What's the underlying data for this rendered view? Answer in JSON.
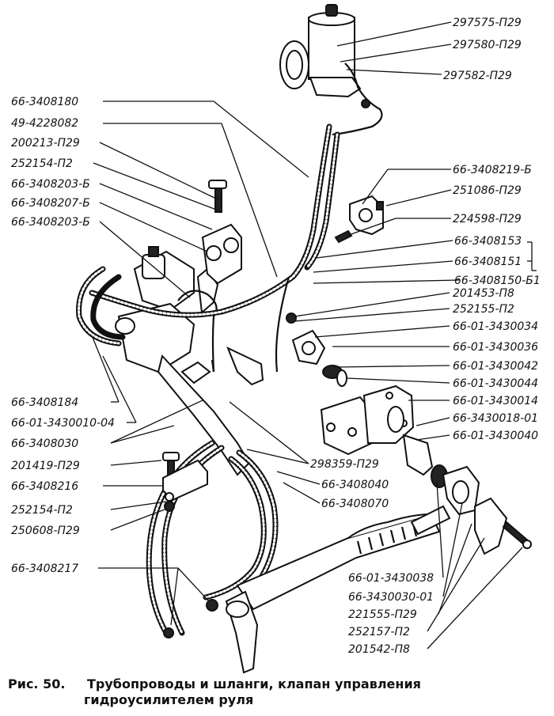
{
  "labels": {
    "l_297575": "297575-П29",
    "l_297580": "297580-П29",
    "l_297582": "297582-П29",
    "l_3408180": "66-3408180",
    "l_4228082": "49-4228082",
    "l_200213": "200213-П29",
    "l_252154a": "252154-П2",
    "l_3408203b1": "66-3408203-Б",
    "l_3408207": "66-3408207-Б",
    "l_3408203b2": "66-3408203-Б",
    "l_3408219": "66-3408219-Б",
    "l_251086": "251086-П29",
    "l_224598": "224598-П29",
    "l_3408153": "66-3408153",
    "l_3408151": "66-3408151",
    "l_3408150": "66-3408150-Б1",
    "l_201453": "201453-П8",
    "l_252155": "252155-П2",
    "l_3430034": "66-01-3430034",
    "l_3430036": "66-01-3430036",
    "l_3430042": "66-01-3430042",
    "l_3430044": "66-01-3430044",
    "l_3430014": "66-01-3430014",
    "l_3430018": "66-3430018-01",
    "l_3430040": "66-01-3430040",
    "l_3408184": "66-3408184",
    "l_3430010": "66-01-3430010-04",
    "l_3408030": "66-3408030",
    "l_201419": "201419-П29",
    "l_298359": "298359-П29",
    "l_3408216": "66-3408216",
    "l_3408040": "66-3408040",
    "l_3408070": "66-3408070",
    "l_252154b": "252154-П2",
    "l_250608": "250608-П29",
    "l_3408217": "66-3408217",
    "l_3430038": "66-01-3430038",
    "l_3430030": "66-3430030-01",
    "l_221555": "221555-П29",
    "l_252157": "252157-П2",
    "l_201542": "201542-П8"
  },
  "caption": {
    "prefix": "Рис.  50.",
    "line1": "Трубопроводы и шланги, клапан управления",
    "line2": "гидроусилителем  руля"
  }
}
